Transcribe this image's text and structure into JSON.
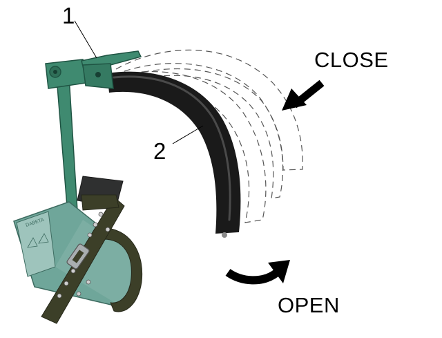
{
  "labels": {
    "callout_1": "1",
    "callout_2": "2",
    "close": "CLOSE",
    "open": "OPEN"
  },
  "stamp_text": "DABETA",
  "colors": {
    "background": "#ffffff",
    "lever_green": "#3f8a70",
    "lever_dark": "#1f5443",
    "housing_green": "#6fa69a",
    "housing_light": "#9ec4bc",
    "strap_olive": "#3c3f28",
    "strap_dark": "#26281a",
    "pad_black": "#1a1a1a",
    "dashed_outline": "#555555",
    "arrow_black": "#000000"
  },
  "icons": {
    "close_arrow": "arrow-down-left-icon",
    "open_arrow": "curved-arrow-right-icon"
  }
}
